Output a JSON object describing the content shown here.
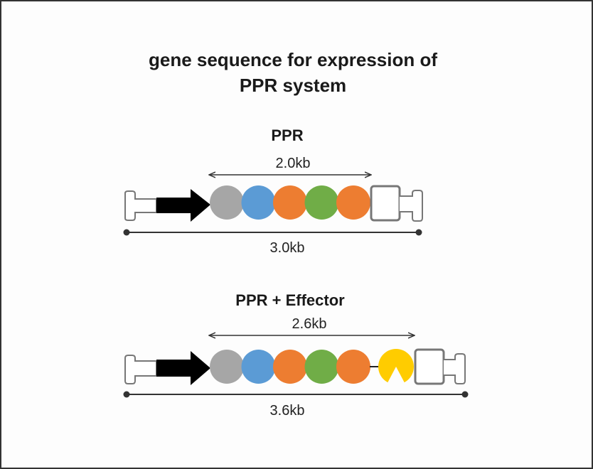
{
  "title": {
    "line1": "gene sequence for expression of",
    "line2": "PPR system"
  },
  "constructs": [
    {
      "heading": "PPR",
      "inner_length": "2.0kb",
      "total_length": "3.0kb",
      "domains": [
        "gray",
        "blue",
        "orange",
        "green",
        "orange"
      ],
      "effector": false
    },
    {
      "heading": "PPR + Effector",
      "inner_length": "2.6kb",
      "total_length": "3.6kb",
      "domains": [
        "gray",
        "blue",
        "orange",
        "green",
        "orange"
      ],
      "effector": true
    }
  ],
  "colors": {
    "gray": "#a6a6a6",
    "blue": "#5b9bd5",
    "orange": "#ed7d31",
    "green": "#70ad47",
    "effector": "#ffcc00",
    "outline": "#777777",
    "arrow": "#000000"
  }
}
